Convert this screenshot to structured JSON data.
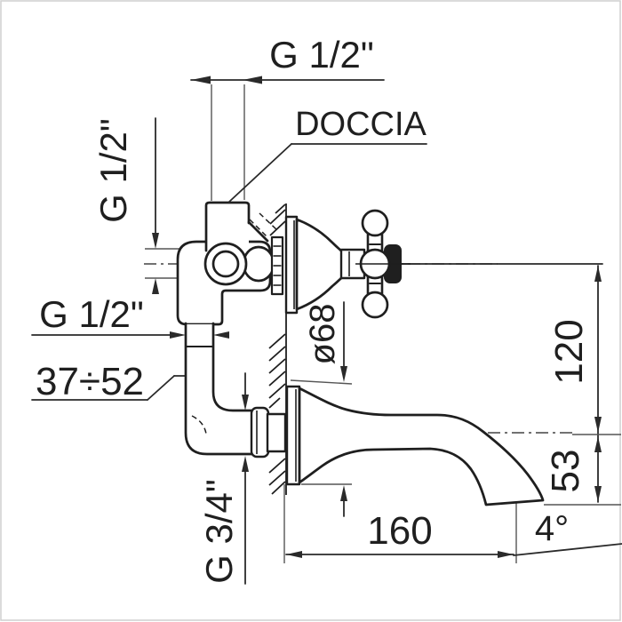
{
  "drawing_title": "wall-mounted bath mixer with cross handle and spout - dimensional diagram",
  "labels": {
    "top_thread": "G 1/2\"",
    "shower_outlet": "DOCCIA",
    "side_thread_vertical": "G 1/2\"",
    "inlet_thread": "G 1/2\"",
    "wall_depth_range": "37÷52",
    "escutcheon_diameter": "ø68",
    "center_height": "120",
    "spout_drop": "53",
    "spout_reach": "160",
    "spout_angle": "4°",
    "outlet_thread": "G 3/4\""
  },
  "colors": {
    "line": "#1f1f1f",
    "dim_line": "#2a2a2a",
    "thin_line": "#555555",
    "centerline": "#444444",
    "background": "#ffffff",
    "border": "#cfcfcf"
  }
}
